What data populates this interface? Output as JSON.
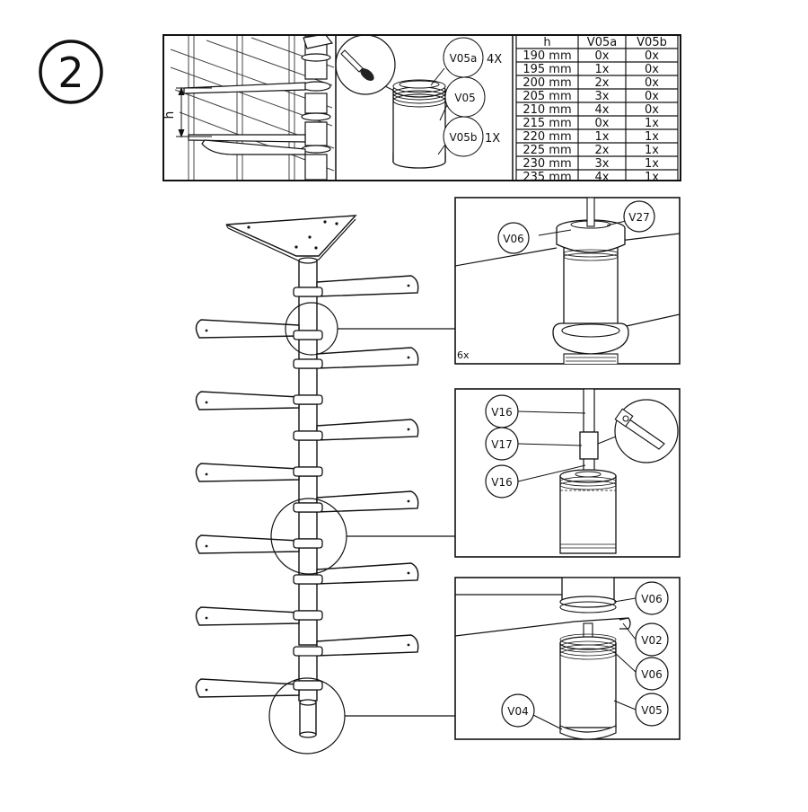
{
  "step": {
    "number": "2"
  },
  "top_strip": {
    "dimension_label": "h",
    "parts": [
      {
        "code": "V05a",
        "qty": "4X"
      },
      {
        "code": "V05",
        "qty": ""
      },
      {
        "code": "V05b",
        "qty": "1X"
      }
    ]
  },
  "spacer_table": {
    "headers": [
      "h",
      "V05a",
      "V05b"
    ],
    "rows": [
      [
        "190 mm",
        "0x",
        "0x"
      ],
      [
        "195 mm",
        "1x",
        "0x"
      ],
      [
        "200 mm",
        "2x",
        "0x"
      ],
      [
        "205 mm",
        "3x",
        "0x"
      ],
      [
        "210 mm",
        "4x",
        "0x"
      ],
      [
        "215 mm",
        "0x",
        "1x"
      ],
      [
        "220 mm",
        "1x",
        "1x"
      ],
      [
        "225 mm",
        "2x",
        "1x"
      ],
      [
        "230 mm",
        "3x",
        "1x"
      ],
      [
        "235 mm",
        "4x",
        "1x"
      ]
    ]
  },
  "detail_top": {
    "labels": [
      "V27",
      "V06"
    ],
    "count": "6x"
  },
  "detail_middle": {
    "labels": [
      "V16",
      "V17",
      "V16"
    ]
  },
  "detail_bottom": {
    "labels": [
      "V06",
      "V02",
      "V06",
      "V04",
      "V05"
    ]
  }
}
